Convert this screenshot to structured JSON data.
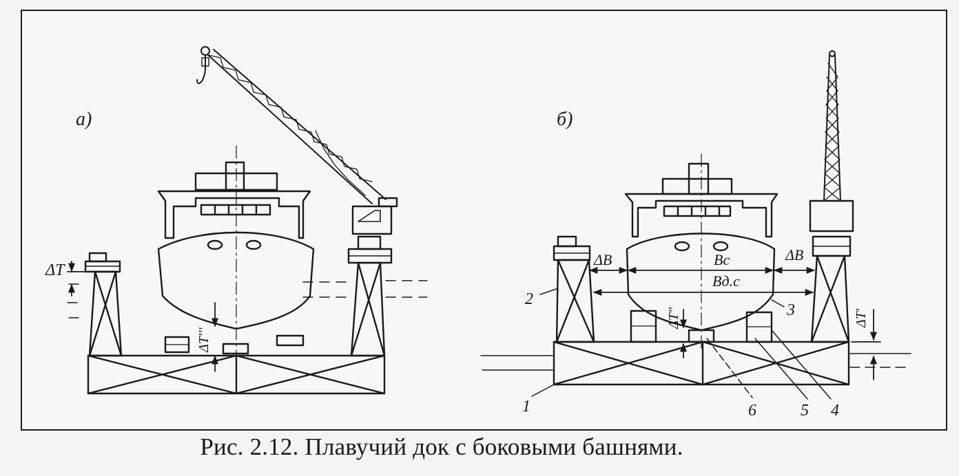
{
  "figure": {
    "caption": "Рис. 2.12. Плавучий док с боковыми башнями.",
    "panels": [
      {
        "label": "а)",
        "dimension_labels": [
          "ΔT",
          "ΔT'''"
        ]
      },
      {
        "label": "б)",
        "dimension_labels": [
          "ΔB",
          "ΔB",
          "Bc",
          "Bд.с",
          "ΔT\"",
          "ΔT'"
        ],
        "callouts": [
          "1",
          "2",
          "3",
          "4",
          "5",
          "6"
        ]
      }
    ]
  }
}
